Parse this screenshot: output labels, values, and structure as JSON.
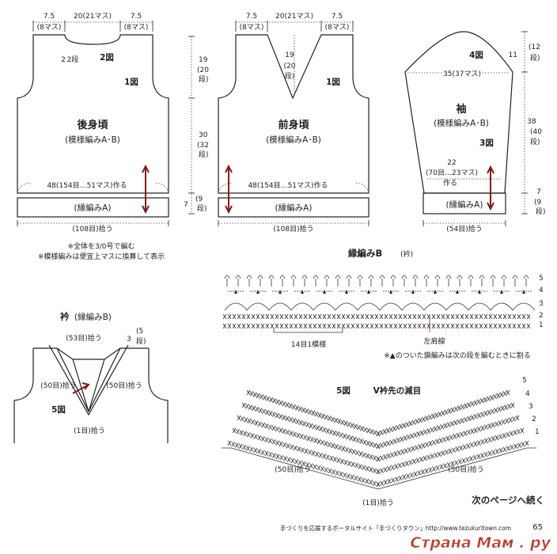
{
  "back_body": {
    "title": "後身頃",
    "pattern": "(模様編みA･B)",
    "top_left_cm": "7.5",
    "top_left_st": "(8マス)",
    "top_mid": "20(21マス)",
    "top_right_cm": "7.5",
    "top_right_st": "(8マス)",
    "neck_depth": "2",
    "neck_rows": "2段",
    "fig2": "2図",
    "fig1": "1図",
    "chain_label": "48(154目…51マス)作る",
    "edge_label": "(縁編みA)",
    "bottom_label": "(108目)拾う"
  },
  "front_body": {
    "title": "前身頃",
    "pattern": "(模様編みA･B)",
    "top_left_cm": "7.5",
    "top_left_st": "(8マス)",
    "top_mid": "20(21マス)",
    "top_right_cm": "7.5",
    "top_right_st": "(8マス)",
    "v_depth": "19",
    "v_rows_a": "(20",
    "v_rows_b": "段)",
    "fig1": "1図",
    "chain_label": "48(154目…51マス)作る",
    "edge_label": "(縁編みA)",
    "bottom_label": "(108目)拾う"
  },
  "body_dims": {
    "armhole_cm": "19",
    "armhole_rows_a": "(20",
    "armhole_rows_b": "段)",
    "body_cm": "30",
    "body_rows_a": "(32",
    "body_rows_b": "段)",
    "edge_cm": "7",
    "edge_rows_a": "(9",
    "edge_rows_b": "段)"
  },
  "sleeve": {
    "title": "袖",
    "pattern": "(模様編みA･B)",
    "fig4": "4図",
    "fig3": "3図",
    "width_label": "35(37マス)",
    "cuff_cm": "22",
    "chain_label": "(70目…23マス)",
    "make": "作る",
    "edge_label": "(縁編みA)",
    "bottom_label": "(54目)拾う",
    "cap_cm": "11",
    "cap_rows_a": "(12",
    "cap_rows_b": "段)",
    "len_cm": "38",
    "len_rows_a": "(40",
    "len_rows_b": "段)",
    "edge_cm": "7",
    "edge_rows_a": "(9",
    "edge_rows_b": "段)"
  },
  "notes": {
    "line1": "※全体を3/0号で編む",
    "line2": "※模様編みは便宜上マスに換算して表示"
  },
  "edging_b": {
    "title": "縁編みB",
    "title_suffix": "(衿)",
    "repeat_label": "14目1模様",
    "shoulder_label": "左肩線",
    "note": "※▲のついた鎖編みは次の段を編むときに割る",
    "row_labels": [
      "5",
      "4",
      "3",
      "2",
      "1"
    ]
  },
  "collar": {
    "title": "衿",
    "title_suffix": "(縁編みB)",
    "top_pick": "(53目)拾う",
    "cm": "3",
    "rows_a": "(5",
    "rows_b": "段)",
    "left_pick": "(50目)拾う",
    "right_pick": "(50目)拾う",
    "center_pick": "(1目)拾う",
    "fig5": "5図"
  },
  "fig5_chart": {
    "fig": "5図",
    "title": "V衿先の減目",
    "left_pick": "(50目)拾う",
    "right_pick": "(50目)拾う",
    "center_pick": "(1目)拾う",
    "row_labels": [
      "5",
      "4",
      "3",
      "2",
      "1"
    ]
  },
  "footer": {
    "continued": "次のページへ続く",
    "site": "手づくりを応援するポータルサイト「手づくりタウン」http://www.tezukuritown.com",
    "page": "65",
    "watermark": "Страна Мам . ру"
  },
  "colors": {
    "arrow": "#8a1a1a",
    "watermark": "#c0392b"
  }
}
